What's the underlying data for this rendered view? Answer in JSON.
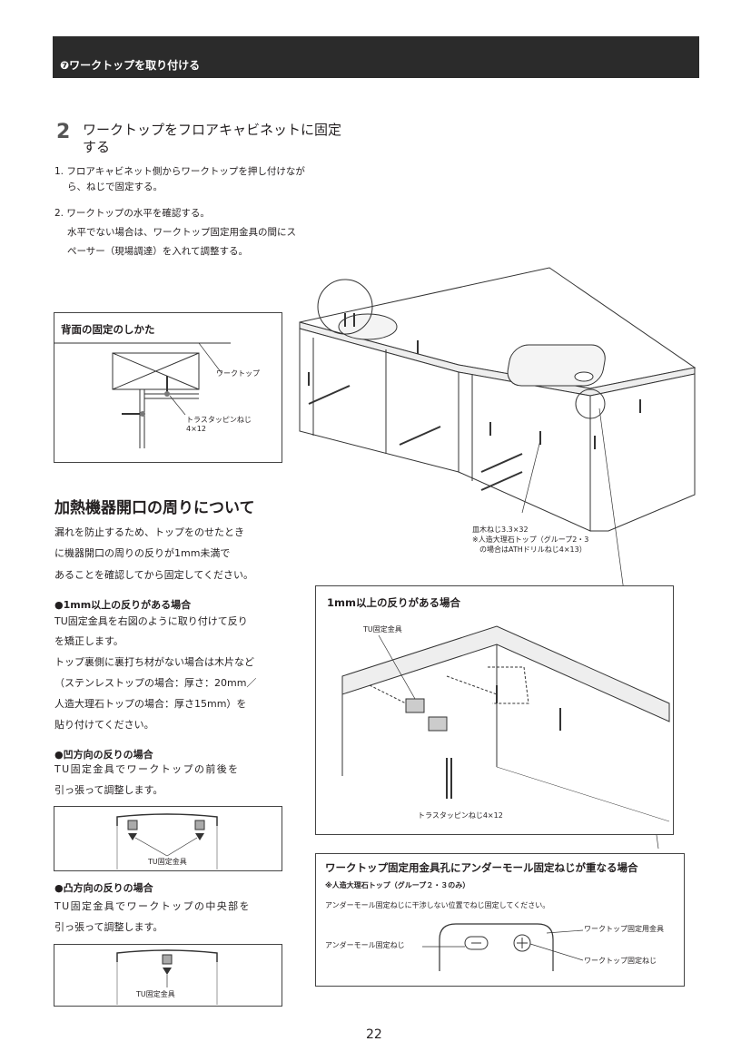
{
  "header": {
    "title": "❼ワークトップを取り付ける"
  },
  "step": {
    "number": "2",
    "title_line1": "ワークトップをフロアキャビネットに固定",
    "title_line2": "する",
    "instructions": [
      "1. フロアキャビネット側からワークトップを押し付けなが",
      "ら、ねじで固定する。",
      "2. ワークトップの水平を確認する。",
      "水平でない場合は、ワークトップ固定用金具の間にス",
      "ペーサー（現場調達）を入れて調整する。"
    ]
  },
  "back_fix": {
    "title": "背面の固定のしかた",
    "label_worktop": "ワークトップ",
    "label_screw_line1": "トラスタッピンねじ",
    "label_screw_line2": "4×12"
  },
  "main_figure": {
    "label_line1": "皿木ねじ3.3×32",
    "label_line2": "※人造大理石トップ（グループ2・3",
    "label_line3": "の場合はATHドリルねじ4×13）"
  },
  "section": {
    "title": "加熱機器開口の周りについて",
    "intro": [
      "漏れを防止するため、トップをのせたとき",
      "に機器開口の周りの反りが1mm未満で",
      "あることを確認してから固定してください。"
    ],
    "case1_title": "●1mm以上の反りがある場合",
    "case1_text": [
      "TU固定金具を右図のように取り付けて反り",
      "を矯正します。",
      "トップ裏側に裏打ち材がない場合は木片など",
      "（ステンレストップの場合：厚さ：20mm／",
      "人造大理石トップの場合：厚さ15mm）を",
      "貼り付けてください。"
    ],
    "case2_title": "●凹方向の反りの場合",
    "case2_text": [
      "TU固定金具でワークトップの前後を",
      "引っ張って調整します。"
    ],
    "case2_label": "TU固定金具",
    "case3_title": "●凸方向の反りの場合",
    "case3_text": [
      "TU固定金具でワークトップの中央部を",
      "引っ張って調整します。"
    ],
    "case3_label": "TU固定金具"
  },
  "warp_box": {
    "title": "1mm以上の反りがある場合",
    "label_tu": "TU固定金具",
    "label_screw": "トラスタッピンねじ4×12"
  },
  "overlap_box": {
    "title": "ワークトップ固定用金具孔にアンダーモール固定ねじが重なる場合",
    "note": "※人造大理石トップ（グループ２・３のみ）",
    "desc": "アンダーモール固定ねじに干渉しない位置でねじ固定してください。",
    "label_undermoor": "アンダーモール固定ねじ",
    "label_bracket": "ワークトップ固定用金具",
    "label_screw": "ワークトップ固定ねじ"
  },
  "page_number": "22"
}
